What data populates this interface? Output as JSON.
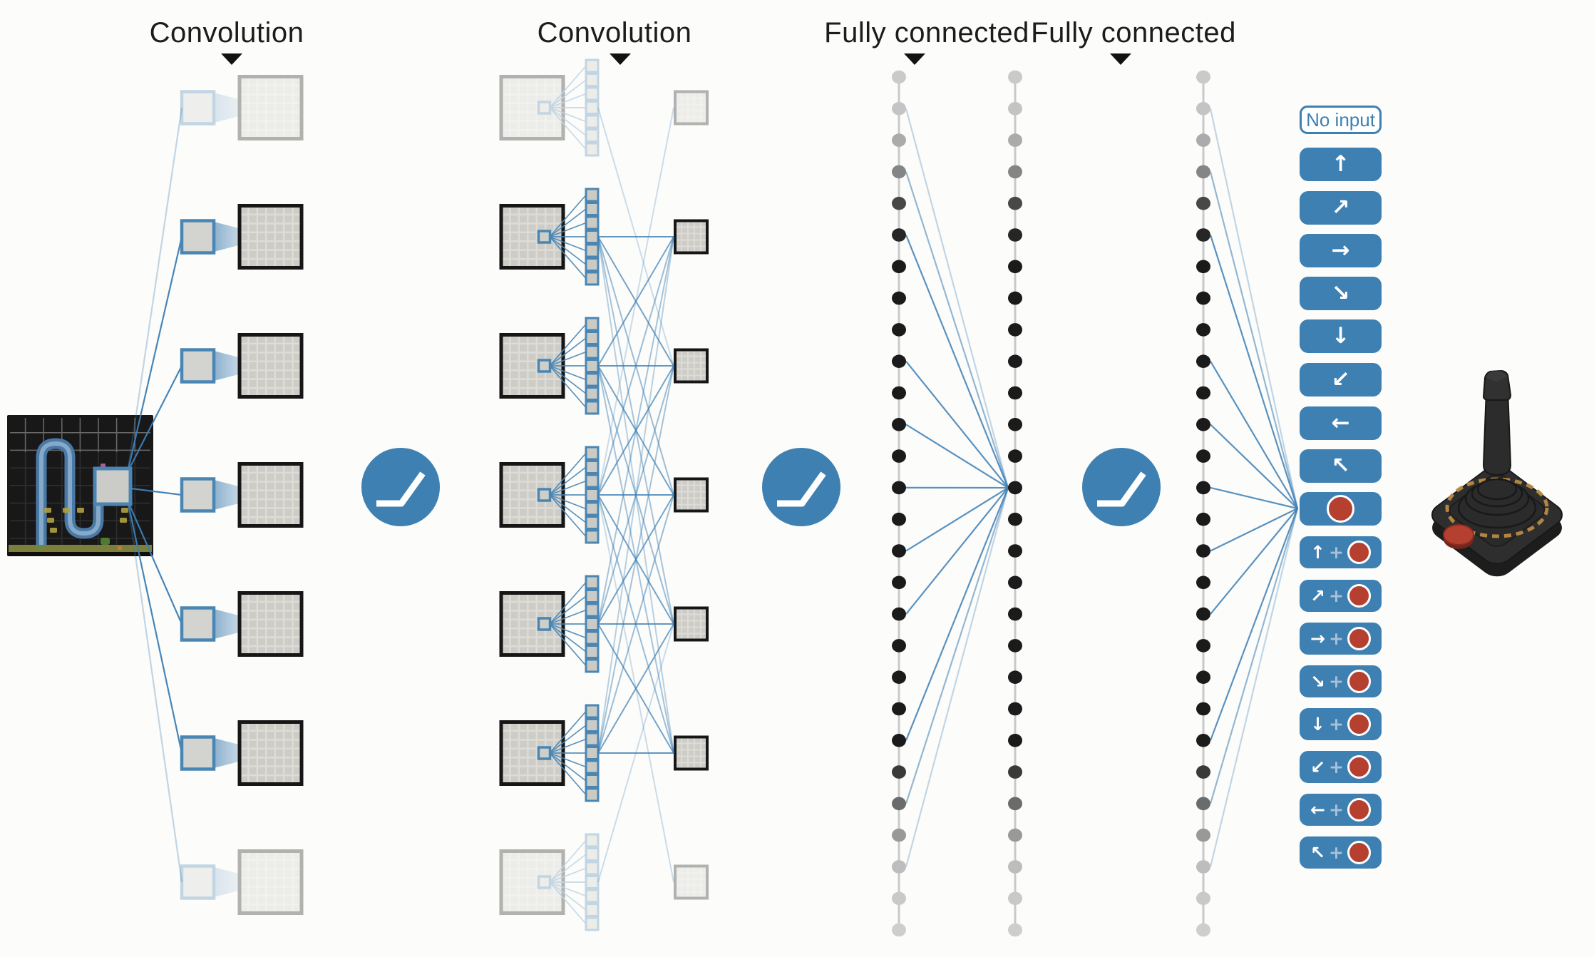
{
  "labels": {
    "conv1": "Convolution",
    "conv2": "Convolution",
    "fc1": "Fully connected",
    "fc2": "Fully connected"
  },
  "output_panel": {
    "no_input": "No input",
    "plus": "+",
    "arrow_glyphs": {
      "up": "↑",
      "up-right": "↗",
      "right": "→",
      "down-right": "↘",
      "down": "↓",
      "down-left": "↙",
      "left": "←",
      "up-left": "↖"
    },
    "single_actions": [
      "up",
      "up-right",
      "right",
      "down-right",
      "down",
      "down-left",
      "left",
      "up-left"
    ],
    "fire_action": "fire",
    "combo_actions": [
      "up",
      "up-right",
      "right",
      "down-right",
      "down",
      "down-left",
      "left",
      "up-left"
    ]
  },
  "icons": {
    "relu": "relu-activation-icon",
    "joystick": "atari-joystick-icon",
    "fire": "fire-button-icon"
  },
  "colors": {
    "accent_blue": "#3e80b2",
    "line_blue": "#3d7fb5",
    "square_border_blue": "#4a86b4",
    "fire_red": "#b5402f",
    "label_text": "#1c1c1c",
    "background": "#fcfcfa",
    "map_border": "#161616"
  }
}
